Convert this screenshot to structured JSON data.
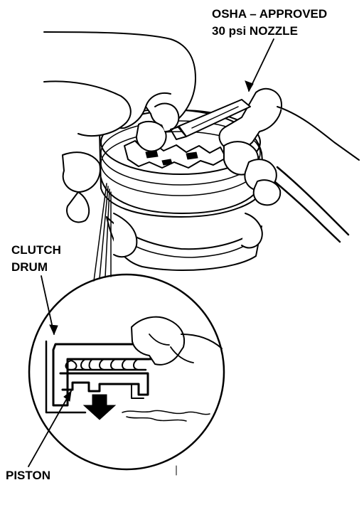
{
  "labels": {
    "nozzle_line1": "OSHA – APPROVED",
    "nozzle_line2": "30 psi NOZZLE",
    "clutch_drum_line1": "CLUTCH",
    "clutch_drum_line2": "DRUM",
    "piston": "PISTON"
  },
  "colors": {
    "ink": "#000000",
    "paper": "#ffffff"
  },
  "icons": {
    "direction_arrow": "arrow-down-icon"
  }
}
